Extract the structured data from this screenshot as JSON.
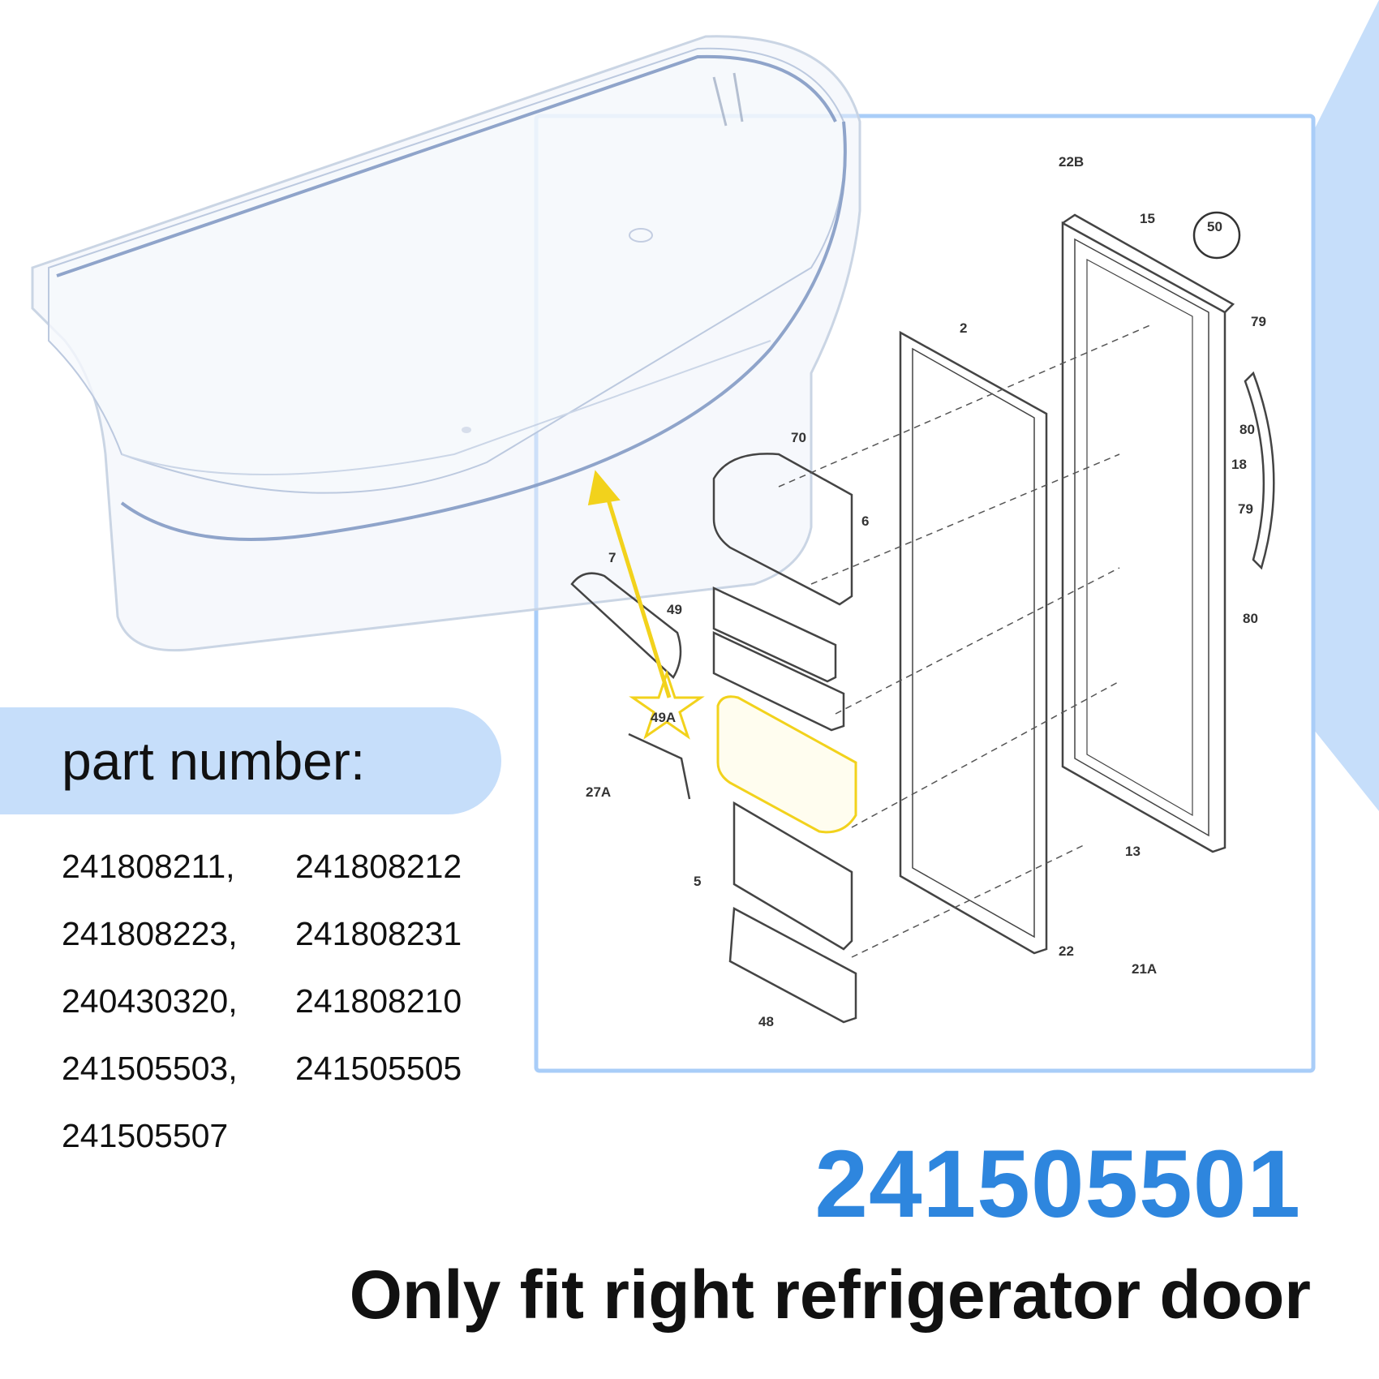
{
  "part_number_label": "part number:",
  "part_numbers": [
    "241808211,",
    "241808212",
    "241808223,",
    "241808231",
    "240430320,",
    "241808210",
    "241505503,",
    "241505505",
    "241505507"
  ],
  "main_part_number": "241505501",
  "fit_note": "Only fit right refrigerator door",
  "diagram_labels": [
    "22B",
    "15",
    "50",
    "2",
    "79",
    "80",
    "18",
    "79",
    "80",
    "70",
    "6",
    "7",
    "49",
    "49A",
    "27A",
    "5",
    "13",
    "22",
    "21A",
    "48"
  ],
  "colors": {
    "accent": "#2e86de",
    "panel_bg": "#c6defa",
    "frame": "#a9cdf8",
    "highlight": "#f2d21c"
  }
}
